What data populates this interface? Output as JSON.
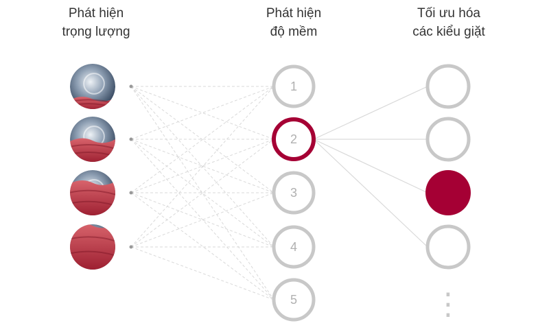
{
  "columns": [
    {
      "title_line1": "Phát hiện",
      "title_line2": "trọng lượng"
    },
    {
      "title_line1": "Phát hiện",
      "title_line2": "độ mềm"
    },
    {
      "title_line1": "Tối ưu hóa",
      "title_line2": "các kiểu giặt"
    }
  ],
  "weight_levels": [
    {
      "fill_fraction": 0.25
    },
    {
      "fill_fraction": 0.5
    },
    {
      "fill_fraction": 0.75
    },
    {
      "fill_fraction": 1.0
    }
  ],
  "softness_levels": [
    "1",
    "2",
    "3",
    "4",
    "5"
  ],
  "selected_softness_index": 1,
  "wash_patterns": {
    "count": 4,
    "selected_index": 2,
    "more_indicator": "⋮"
  },
  "colors": {
    "accent": "#a50034",
    "node_gray": "#c8c8c8",
    "line_gray": "#d9d9d9",
    "text": "#333333"
  }
}
